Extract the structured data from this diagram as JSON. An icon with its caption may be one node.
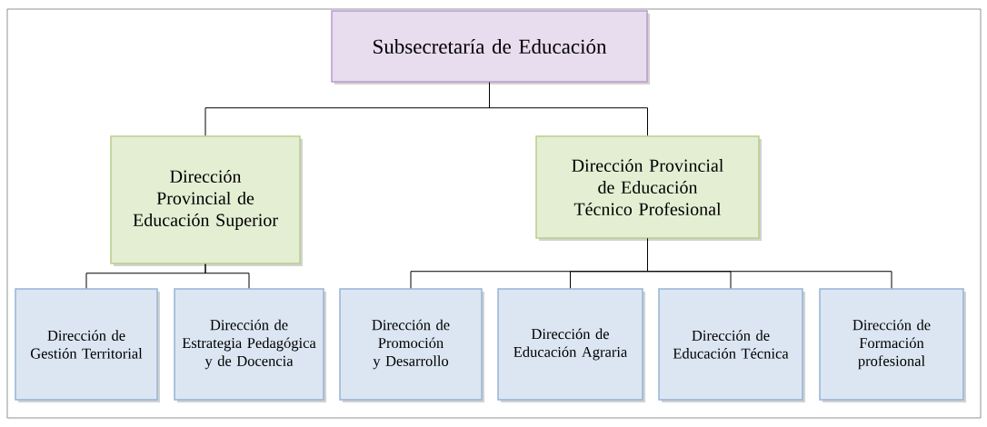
{
  "diagram": {
    "nodes": [
      {
        "text": [
          "Subsecretaría de Educación"
        ]
      },
      {
        "text": [
          "Dirección Provincial de Educación Superior"
        ]
      },
      {
        "text": [
          "Dirección Provincial de Educación Técnico Profesional"
        ]
      },
      {
        "text": [
          "Dirección de Gestión Territorial"
        ]
      },
      {
        "text": [
          "Dirección de Estrategia Pedagógica y de Docencia"
        ]
      },
      {
        "text": [
          "Dirección de Promoción y Desarrollo"
        ]
      },
      {
        "text": [
          "Dirección de Educación Agraria"
        ]
      },
      {
        "text": [
          "Dirección de Educación Técnica"
        ]
      },
      {
        "text": [
          "Dirección de Formación profesional"
        ]
      }
    ],
    "edges": [
      {
        "from": 0,
        "to": 1,
        "arrow": "none"
      },
      {
        "from": 0,
        "to": 2,
        "arrow": "none"
      },
      {
        "from": 1,
        "to": 3,
        "arrow": "none"
      },
      {
        "from": 1,
        "to": 4,
        "arrow": "none"
      },
      {
        "from": 2,
        "to": 5,
        "arrow": "none"
      },
      {
        "from": 2,
        "to": 6,
        "arrow": "none"
      },
      {
        "from": 2,
        "to": 7,
        "arrow": "none"
      },
      {
        "from": 2,
        "to": 8,
        "arrow": "none"
      }
    ]
  }
}
